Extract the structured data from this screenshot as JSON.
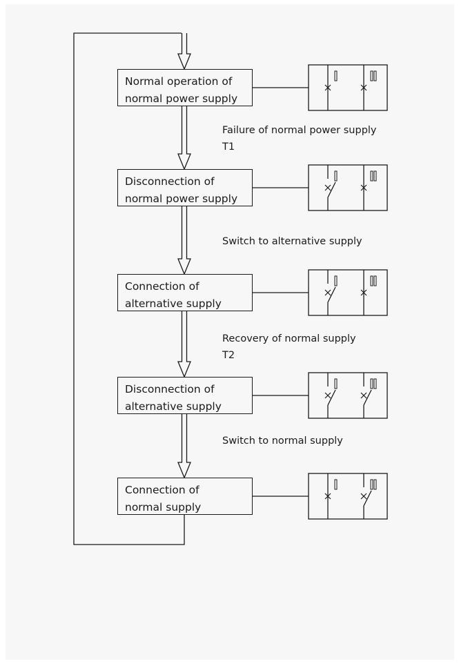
{
  "steps": [
    {
      "line1": "Normal operation of",
      "line2": "normal power supply",
      "breaker_left_closed": true,
      "breaker_right_closed": true
    },
    {
      "line1": "Disconnection of",
      "line2": "normal power supply",
      "breaker_left_closed": false,
      "breaker_right_closed": true
    },
    {
      "line1": "Connection of",
      "line2": "alternative supply",
      "breaker_left_closed": false,
      "breaker_right_closed": true
    },
    {
      "line1": "Disconnection of",
      "line2": "alternative supply",
      "breaker_left_closed": false,
      "breaker_right_closed": false
    },
    {
      "line1": "Connection of",
      "line2": "normal supply",
      "breaker_left_closed": true,
      "breaker_right_closed": false
    }
  ],
  "transitions": [
    {
      "event": "Failure of normal power supply",
      "timer": "T1"
    },
    {
      "event": "Switch to alternative supply",
      "timer": ""
    },
    {
      "event": "Recovery of normal supply",
      "timer": "T2"
    },
    {
      "event": "Switch to normal supply",
      "timer": ""
    }
  ],
  "colors": {
    "line": "#1a1a1a",
    "background": "#f7f7f7"
  }
}
